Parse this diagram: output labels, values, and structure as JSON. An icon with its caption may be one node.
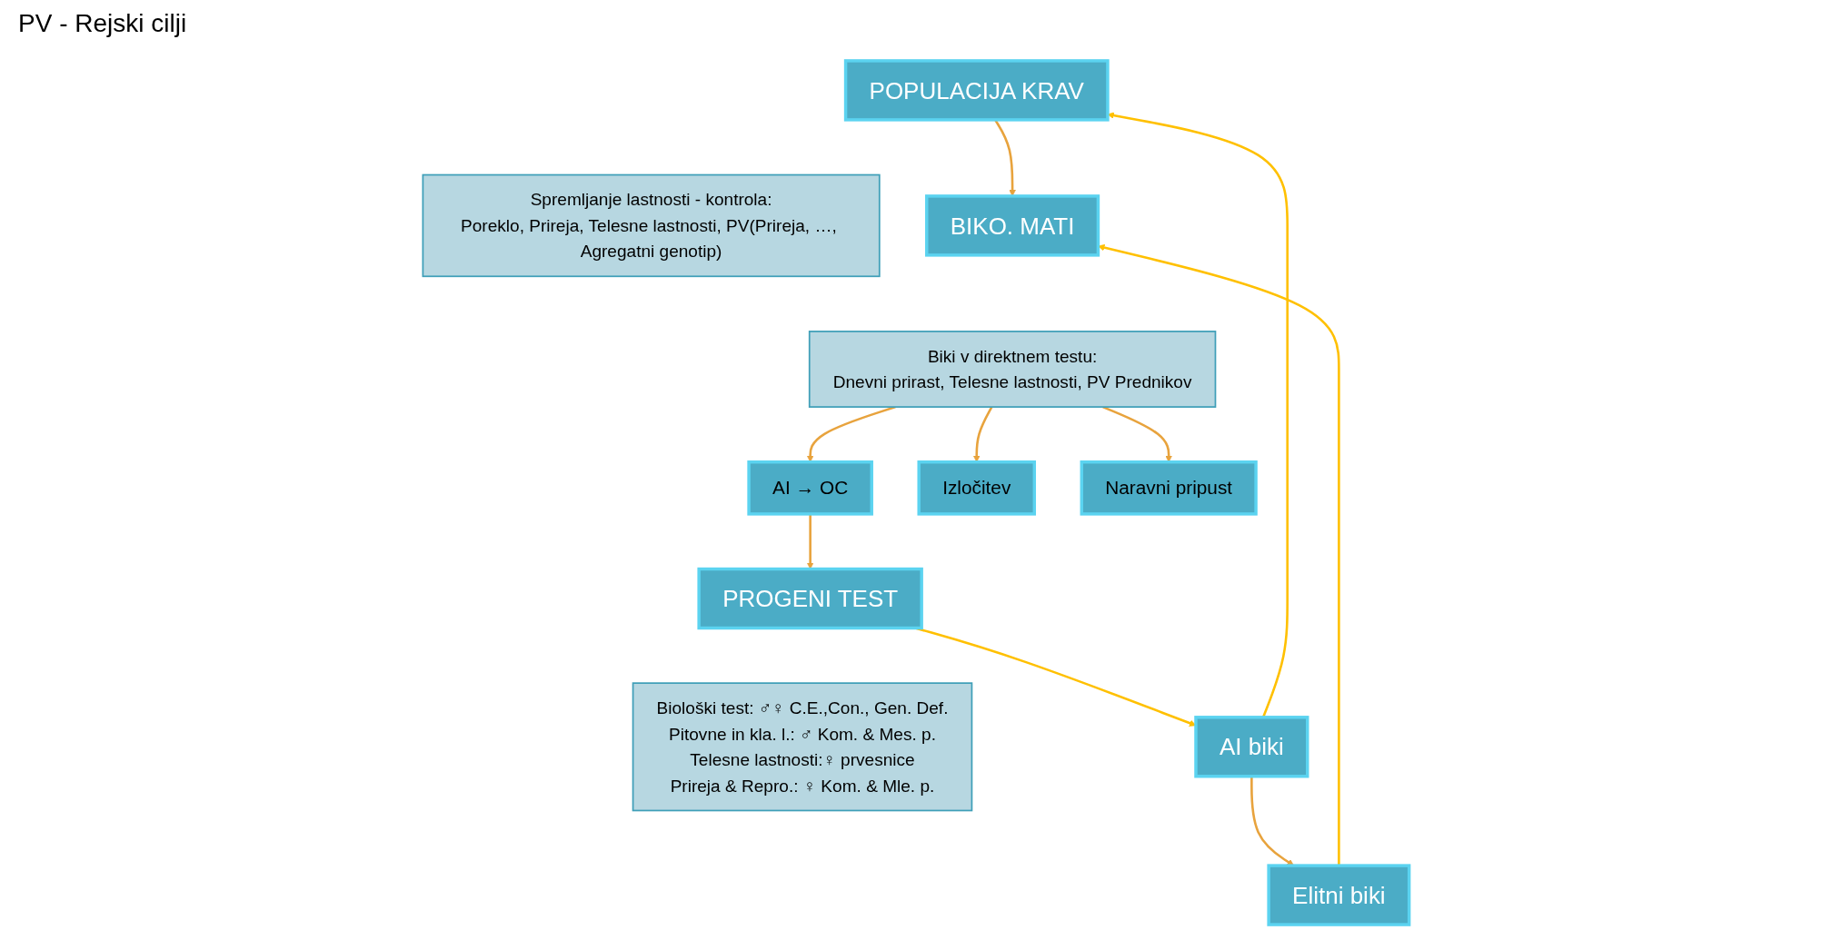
{
  "diagram": {
    "nodes": [
      {
        "text": [
          "POPULACIJA KRAV"
        ]
      },
      {
        "text": [
          "Spremljanje lastnosti - kontrola:",
          "Poreklo, Prireja, Telesne lastnosti, PV(Prireja, …, Agregatni genotip)"
        ]
      },
      {
        "text": [
          "BIKO. MATI"
        ]
      },
      {
        "text": [
          "Biki v direktnem testu:",
          "Dnevni prirast, Telesne lastnosti, PV Prednikov"
        ]
      },
      {
        "text": [
          "AI → OC"
        ]
      },
      {
        "text": [
          "Izločitev"
        ]
      },
      {
        "text": [
          "Naravni pripust"
        ]
      },
      {
        "text": [
          "PROGENI TEST"
        ]
      },
      {
        "text": [
          "Biološki test: ♂♀ C.E.,Con., Gen. Def.",
          "Pitovne in kla. l.: ♂ Kom. & Mes. p.",
          "Telesne lastnosti:♀ prvesnice",
          "Prireja & Repro.: ♀ Kom. & Mle. p."
        ]
      },
      {
        "text": [
          "AI biki"
        ]
      },
      {
        "text": [
          "Elitni biki"
        ]
      }
    ],
    "edges": [
      {
        "from": 0,
        "to": 2,
        "arrow": "to"
      },
      {
        "from": 3,
        "to": 4,
        "arrow": "to"
      },
      {
        "from": 3,
        "to": 6,
        "arrow": "to"
      },
      {
        "from": 3,
        "to": 5,
        "arrow": "to"
      },
      {
        "from": 4,
        "to": 7,
        "arrow": "to"
      },
      {
        "from": 7,
        "to": 9,
        "arrow": "to",
        "color": "#ffc000"
      },
      {
        "from": 9,
        "to": 0,
        "arrow": "to",
        "color": "#ffc000"
      },
      {
        "from": 9,
        "to": 10,
        "arrow": "to"
      },
      {
        "from": 10,
        "to": 2,
        "arrow": "to",
        "color": "#ffc000"
      }
    ],
    "labels": [
      "PV - Rejski cilji"
    ]
  }
}
